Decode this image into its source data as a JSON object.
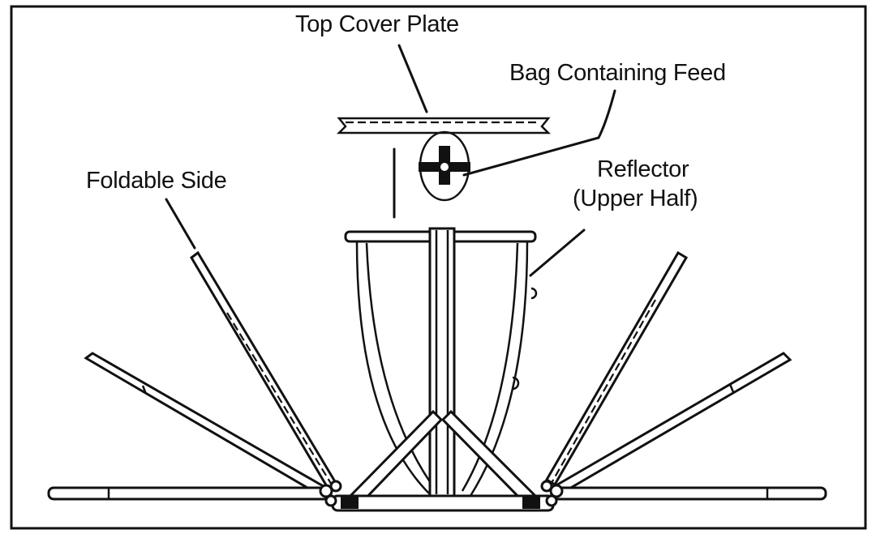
{
  "labels": {
    "top_cover_plate": "Top Cover Plate",
    "bag_containing_feed": "Bag Containing Feed",
    "foldable_side": "Foldable Side",
    "reflector_line1": "Reflector",
    "reflector_line2": "(Upper Half)"
  }
}
